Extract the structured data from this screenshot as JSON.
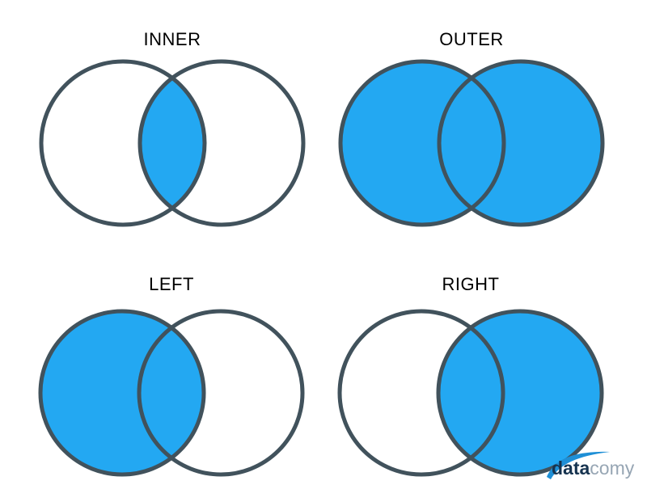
{
  "page": {
    "background": "#FFFFFF"
  },
  "diagrams": [
    {
      "id": "inner",
      "label": "INNER",
      "mode": "intersection",
      "filled_region": "intersection-only"
    },
    {
      "id": "outer",
      "label": "OUTER",
      "mode": "both",
      "filled_region": "both-circles-full"
    },
    {
      "id": "left",
      "label": "LEFT",
      "mode": "left",
      "filled_region": "left-circle-including-intersection"
    },
    {
      "id": "right",
      "label": "RIGHT",
      "mode": "right",
      "filled_region": "right-circle-including-intersection"
    }
  ],
  "colors": {
    "venn_fill": "#23A8F2",
    "venn_stroke": "#41525C",
    "venn_empty_fill": "#FFFFFF",
    "label_text": "#000000",
    "logo_data_text": "#16334F",
    "logo_comy_text": "#97A6B4",
    "logo_swoosh": "#1E8FD6",
    "background": "#FFFFFF"
  },
  "logo": {
    "part_bold": "data",
    "part_light": "comy",
    "full_name": "datacomy"
  }
}
